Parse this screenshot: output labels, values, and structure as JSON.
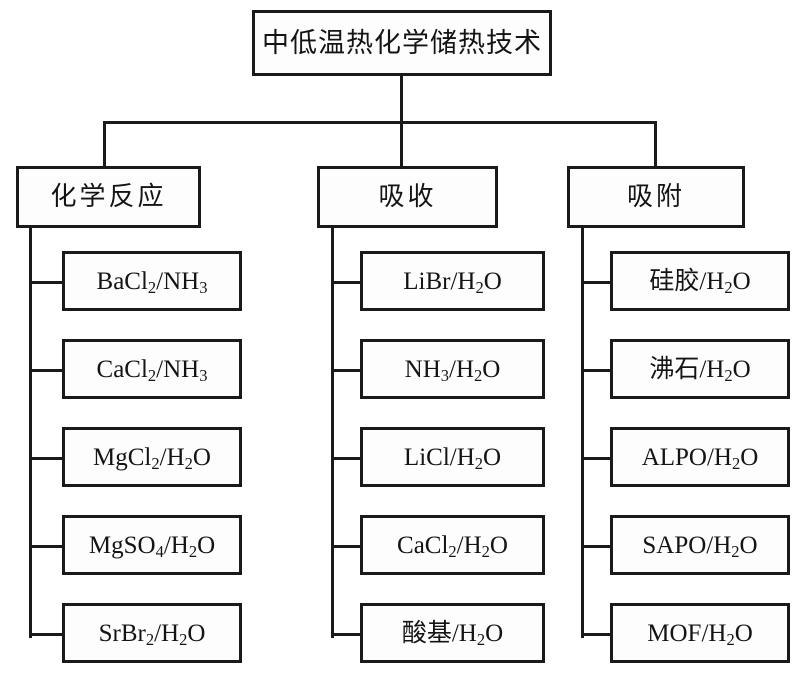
{
  "diagram": {
    "title": "中低温热化学储热技术",
    "root": {
      "label": "中低温热化学储热技术"
    },
    "branches": [
      {
        "id": "chemical-reaction",
        "label": "化学反应",
        "children": [
          {
            "id": "bacl2-nh3",
            "base": "BaCl",
            "sub1": "2",
            "mid": "/NH",
            "sub2": "3",
            "text": "BaCl2/NH3"
          },
          {
            "id": "cacl2-nh3",
            "base": "CaCl",
            "sub1": "2",
            "mid": "/NH",
            "sub2": "3",
            "text": "CaCl2/NH3"
          },
          {
            "id": "mgcl2-h2o",
            "base": "MgCl",
            "sub1": "2",
            "mid": "/H",
            "sub2": "2",
            "tail": "O",
            "text": "MgCl2/H2O"
          },
          {
            "id": "mgso4-h2o",
            "base": "MgSO",
            "sub1": "4",
            "mid": "/H",
            "sub2": "2",
            "tail": "O",
            "text": "MgSO4/H2O"
          },
          {
            "id": "srbr2-h2o",
            "base": "SrBr",
            "sub1": "2",
            "mid": "/H",
            "sub2": "2",
            "tail": "O",
            "text": "SrBr2/H2O"
          }
        ]
      },
      {
        "id": "absorption",
        "label": "吸收",
        "children": [
          {
            "id": "libr-h2o",
            "base": "LiBr",
            "sub1": "",
            "mid": "/H",
            "sub2": "2",
            "tail": "O",
            "text": "LiBr/H2O"
          },
          {
            "id": "nh3-h2o",
            "base": "NH",
            "sub1": "3",
            "mid": "/H",
            "sub2": "2",
            "tail": "O",
            "text": "NH3/H2O"
          },
          {
            "id": "licl-h2o",
            "base": "LiCl",
            "sub1": "",
            "mid": "/H",
            "sub2": "2",
            "tail": "O",
            "text": "LiCl/H2O"
          },
          {
            "id": "cacl2-h2o",
            "base": "CaCl",
            "sub1": "2",
            "mid": "/H",
            "sub2": "2",
            "tail": "O",
            "text": "CaCl2/H2O"
          },
          {
            "id": "acid-h2o",
            "base": "酸基",
            "sub1": "",
            "mid": "/H",
            "sub2": "2",
            "tail": "O",
            "text": "酸基/H2O"
          }
        ]
      },
      {
        "id": "adsorption",
        "label": "吸附",
        "children": [
          {
            "id": "silicagel-h2o",
            "base": "硅胶",
            "sub1": "",
            "mid": "/H",
            "sub2": "2",
            "tail": "O",
            "text": "硅胶/H2O"
          },
          {
            "id": "zeolite-h2o",
            "base": "沸石",
            "sub1": "",
            "mid": "/H",
            "sub2": "2",
            "tail": "O",
            "text": "沸石/H2O"
          },
          {
            "id": "alpo-h2o",
            "base": "ALPO",
            "sub1": "",
            "mid": "/H",
            "sub2": "2",
            "tail": "O",
            "text": "ALPO/H2O"
          },
          {
            "id": "sapo-h2o",
            "base": "SAPO",
            "sub1": "",
            "mid": "/H",
            "sub2": "2",
            "tail": "O",
            "text": "SAPO/H2O"
          },
          {
            "id": "mof-h2o",
            "base": "MOF",
            "sub1": "",
            "mid": "/H",
            "sub2": "2",
            "tail": "O",
            "text": "MOF/H2O"
          }
        ]
      }
    ],
    "colors": {
      "background": "#ffffff",
      "box_fill": "#fdfdfd",
      "border": "#1a1a1a",
      "text": "#141414"
    }
  }
}
